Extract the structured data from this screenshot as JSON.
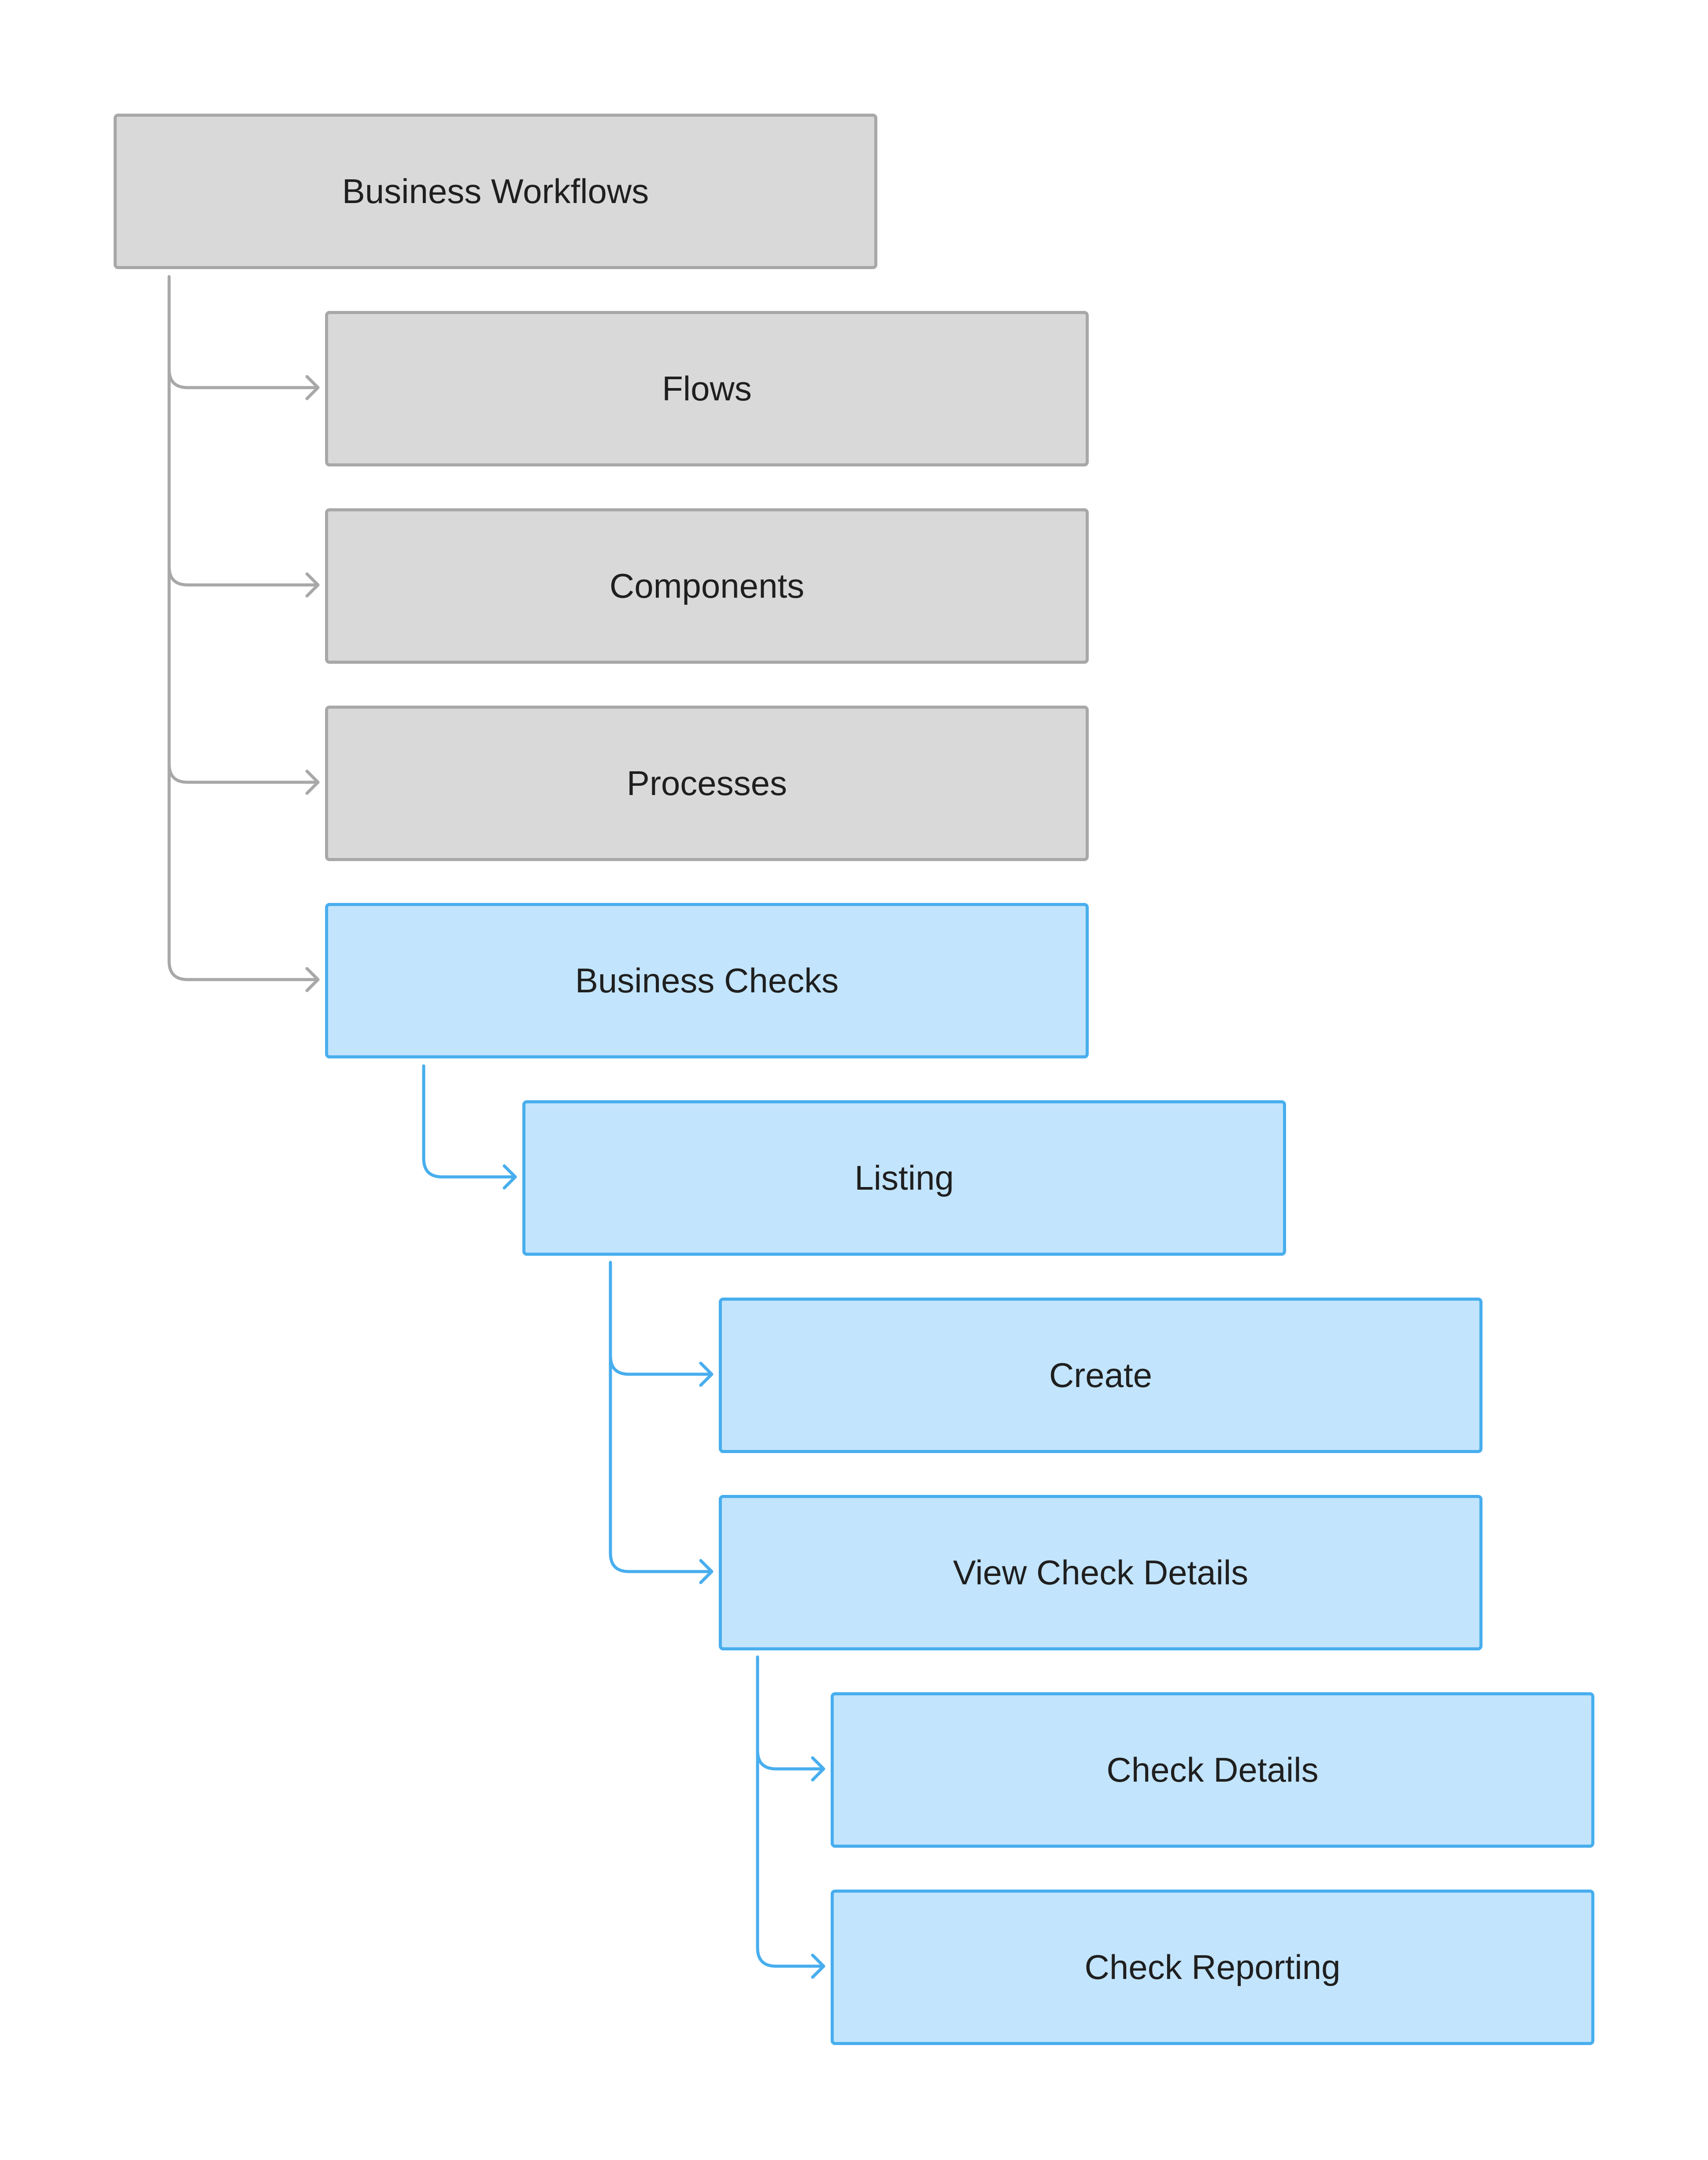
{
  "diagram": {
    "colors": {
      "gray_fill": "#d9d9d9",
      "gray_stroke": "#a8a8a8",
      "blue_fill": "#c2e4fc",
      "blue_stroke": "#48aeee"
    },
    "nodes": {
      "business_workflows": "Business Workflows",
      "flows": "Flows",
      "components": "Components",
      "processes": "Processes",
      "business_checks": "Business Checks",
      "listing": "Listing",
      "create": "Create",
      "view_check_details": "View Check Details",
      "check_details": "Check Details",
      "check_reporting": "Check Reporting"
    }
  }
}
